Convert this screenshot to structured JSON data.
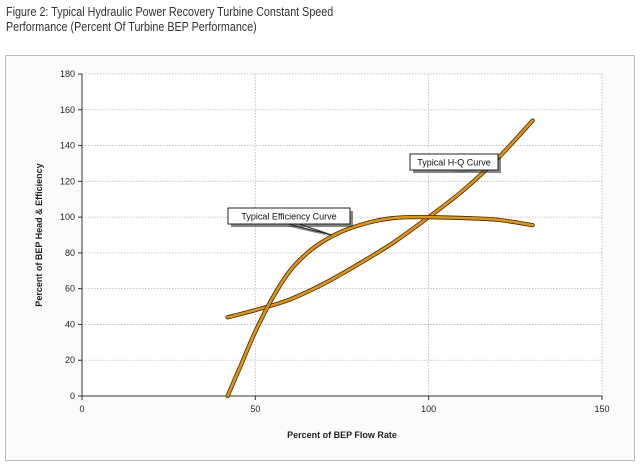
{
  "figure": {
    "title_line1": "Figure 2: Typical Hydraulic Power Recovery Turbine Constant Speed",
    "title_line2": "Performance (Percent Of Turbine BEP Performance)"
  },
  "chart_data": {
    "type": "line",
    "xlabel": "Percent of BEP Flow Rate",
    "ylabel": "Percent of BEP Head & Efficiency",
    "xlim": [
      0,
      150
    ],
    "ylim": [
      0,
      180
    ],
    "x_ticks": [
      0,
      50,
      100,
      150
    ],
    "y_ticks": [
      0,
      20,
      40,
      60,
      80,
      100,
      120,
      140,
      160,
      180
    ],
    "grid": true,
    "line_color": "#e3940f",
    "series": [
      {
        "name": "Typical H-Q Curve",
        "color": "#3d2a12",
        "x": [
          42,
          50,
          60,
          70,
          80,
          90,
          100,
          110,
          120,
          130
        ],
        "y": [
          44,
          48,
          54,
          63,
          74,
          86,
          100,
          115,
          133,
          154
        ]
      },
      {
        "name": "Typical Efficiency Curve",
        "color": "#3d2a12",
        "x": [
          42,
          46,
          50,
          55,
          60,
          65,
          70,
          75,
          80,
          85,
          90,
          95,
          100,
          110,
          120,
          130
        ],
        "y": [
          0,
          18,
          36,
          55,
          70,
          80,
          87,
          92,
          95.5,
          98,
          99.5,
          100,
          100,
          99.5,
          98.5,
          95.5
        ]
      }
    ],
    "annotations": [
      {
        "text": "Typical H-Q Curve",
        "target_x": 118,
        "target_y": 128
      },
      {
        "text": "Typical Efficiency Curve",
        "target_x": 72,
        "target_y": 90
      }
    ]
  }
}
